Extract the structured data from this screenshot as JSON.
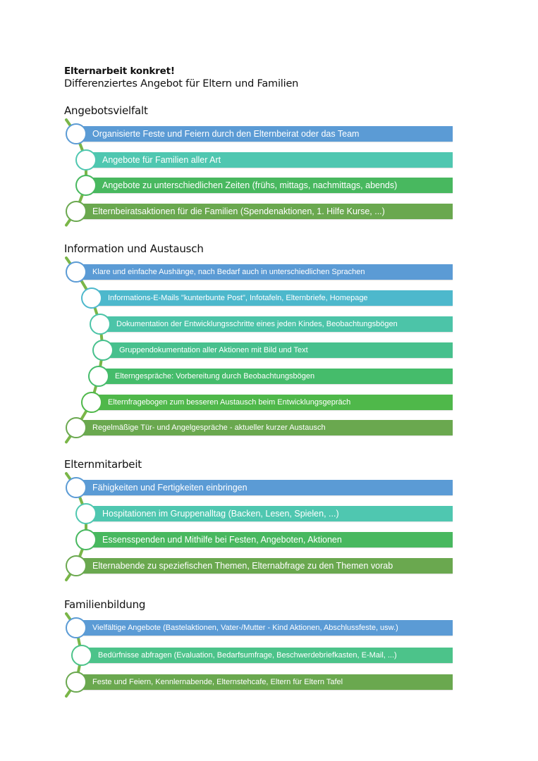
{
  "document": {
    "title": "Elternarbeit konkret!",
    "subtitle": "Differenziertes Angebot für Eltern und Familien"
  },
  "connector_color": "#7ab648",
  "sections": [
    {
      "heading": "Angebotsvielfalt",
      "items": [
        {
          "label": "Organisierte Feste und Feiern durch den Elternbeirat oder das Team",
          "color": "#5b9bd5",
          "indent": 0
        },
        {
          "label": "Angebote für Familien aller Art",
          "color": "#4fc7b0",
          "indent": 1
        },
        {
          "label": "Angebote zu unterschiedlichen Zeiten (frühs, mittags, nachmittags, abends)",
          "color": "#48b85f",
          "indent": 1
        },
        {
          "label": "Elternbeiratsaktionen für die Familien (Spendenaktionen, 1. Hilfe Kurse, ...)",
          "color": "#6aa84f",
          "indent": 0
        }
      ]
    },
    {
      "heading": "Information und Austausch",
      "items": [
        {
          "label": "Klare und einfache Aushänge, nach Bedarf auch in unterschiedlichen Sprachen",
          "color": "#5b9bd5",
          "indent": 0
        },
        {
          "label": "Informations-E-Mails \"kunterbunte Post\", Infotafeln, Elternbriefe, Homepage",
          "color": "#4db8cc",
          "indent": 1
        },
        {
          "label": "Dokumentation der Entwicklungsschritte eines jeden Kindes, Beobachtungsbögen",
          "color": "#4cc4a8",
          "indent": 2
        },
        {
          "label": "Gruppendokumentation aller Aktionen mit Bild und Text",
          "color": "#47c08d",
          "indent": 3
        },
        {
          "label": "Elterngespräche: Vorbereitung durch Beobachtungsbögen",
          "color": "#45bc6b",
          "indent": 2
        },
        {
          "label": "Elternfragebogen zum besseren Austausch beim Entwicklungsgepräch",
          "color": "#4fb84a",
          "indent": 1
        },
        {
          "label": "Regelmäßige Tür- und Angelgespräche - aktueller kurzer Austausch",
          "color": "#6aa84f",
          "indent": 0
        }
      ]
    },
    {
      "heading": "Elternmitarbeit",
      "items": [
        {
          "label": "Fähigkeiten und Fertigkeiten einbringen",
          "color": "#5b9bd5",
          "indent": 0
        },
        {
          "label": "Hospitationen im  Gruppenalltag (Backen, Lesen, Spielen, ...)",
          "color": "#4fc7b0",
          "indent": 1
        },
        {
          "label": "Essensspenden und Mithilfe bei Festen, Angeboten, Aktionen",
          "color": "#48b85f",
          "indent": 1
        },
        {
          "label": "Elternabende zu speziefischen Themen, Elternabfrage zu den Themen vorab",
          "color": "#6aa84f",
          "indent": 0
        }
      ]
    },
    {
      "heading": "Familienbildung",
      "items": [
        {
          "label": "Vielfältige Angebote (Bastelaktionen, Vater-/Mutter - Kind Aktionen, Abschlussfeste, usw.)",
          "color": "#5b9bd5",
          "indent": 0
        },
        {
          "label": "Bedürfnisse abfragen (Evaluation, Bedarfsumfrage, Beschwerdebriefkasten, E-Mail, ...)",
          "color": "#4cc38a",
          "indent": 1
        },
        {
          "label": "Feste und Feiern, Kennlernabende, Elternstehcafe, Eltern für Eltern Tafel",
          "color": "#6aa84f",
          "indent": 0
        }
      ]
    }
  ]
}
